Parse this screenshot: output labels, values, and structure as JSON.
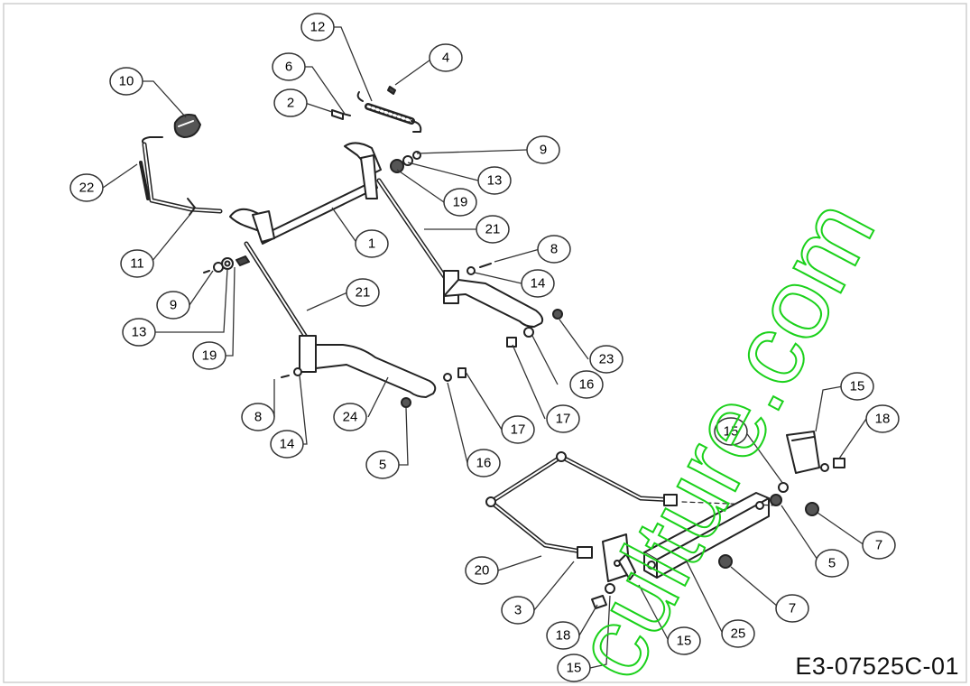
{
  "diagram": {
    "drawing_code": "E3-07525C-01",
    "watermark": "culture.com",
    "callouts": [
      "12",
      "4",
      "6",
      "2",
      "10",
      "9",
      "13",
      "19",
      "22",
      "1",
      "21",
      "11",
      "8",
      "14",
      "9",
      "13",
      "21",
      "19",
      "23",
      "16",
      "17",
      "8",
      "14",
      "24",
      "17",
      "5",
      "16",
      "15",
      "15",
      "18",
      "7",
      "5",
      "20",
      "7",
      "3",
      "25",
      "18",
      "15",
      "15"
    ]
  }
}
